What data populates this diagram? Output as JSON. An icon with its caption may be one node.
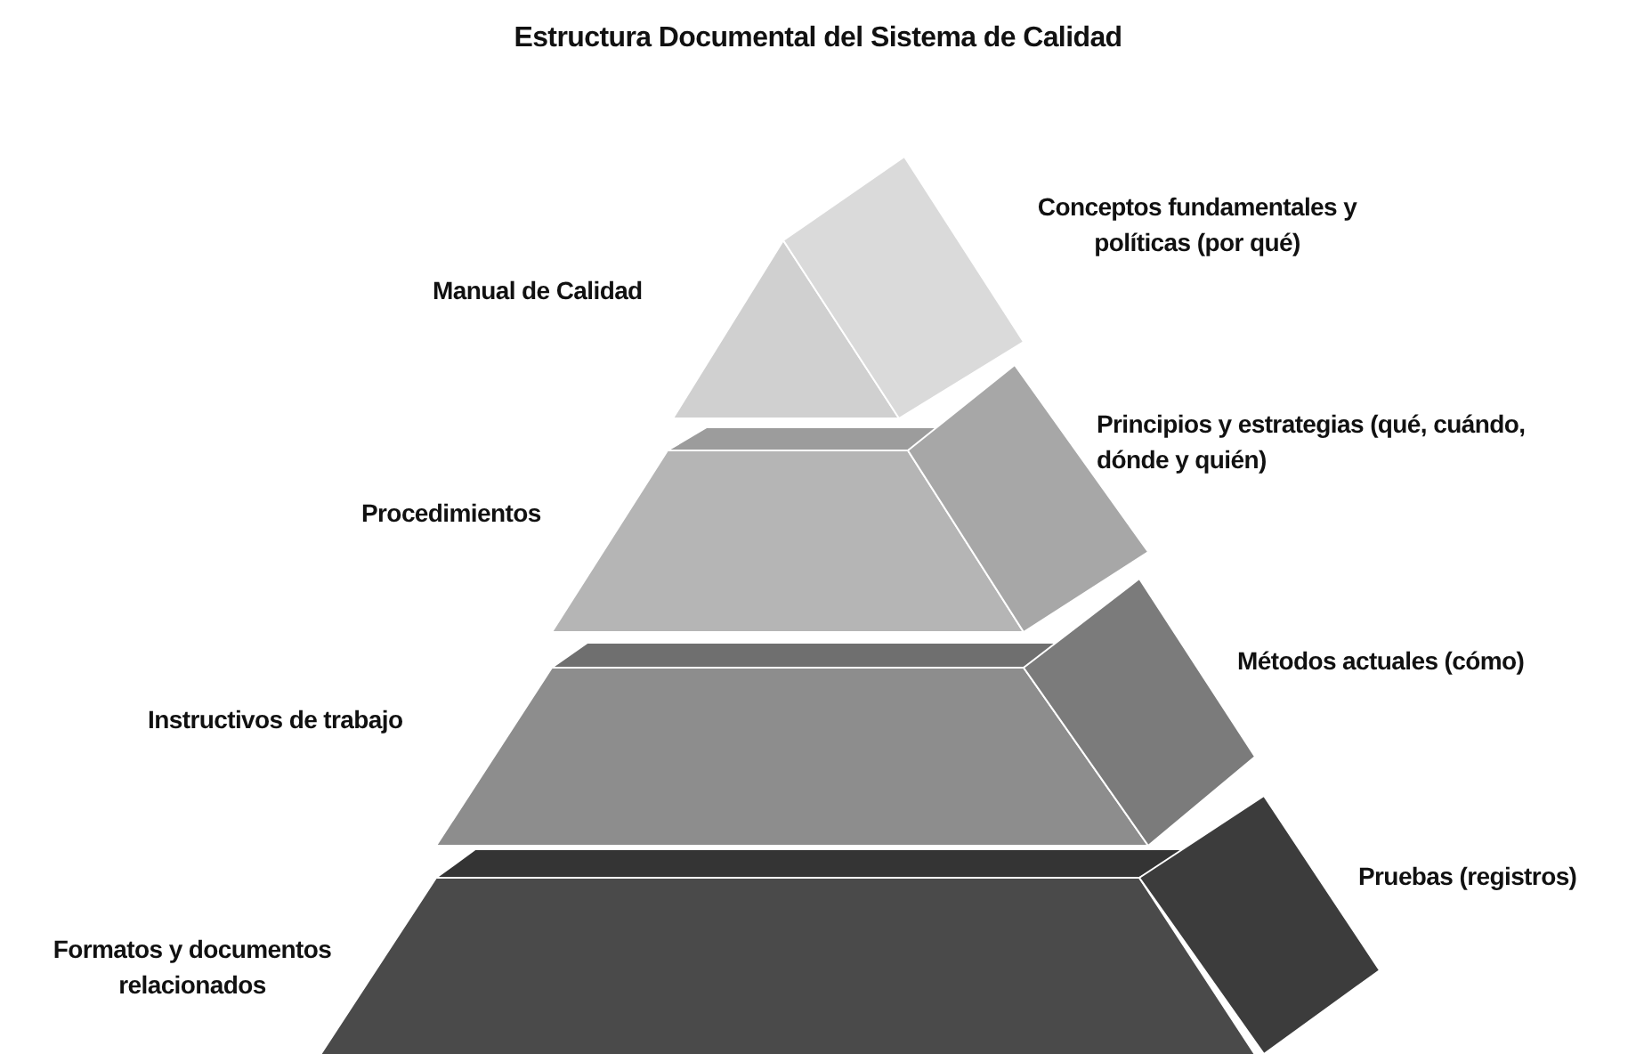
{
  "diagram": {
    "title": "Estructura Documental del Sistema de Calidad",
    "labels": [
      "Conceptos fundamentales y políticas (por qué)",
      "Manual de Calidad",
      "Principios y estrategias (qué, cuándo, dónde y quién)",
      "Procedimientos",
      "Métodos actuales (cómo)",
      "Instructivos de trabajo",
      "Pruebas (registros)",
      "Formatos y documentos relacionados"
    ]
  }
}
